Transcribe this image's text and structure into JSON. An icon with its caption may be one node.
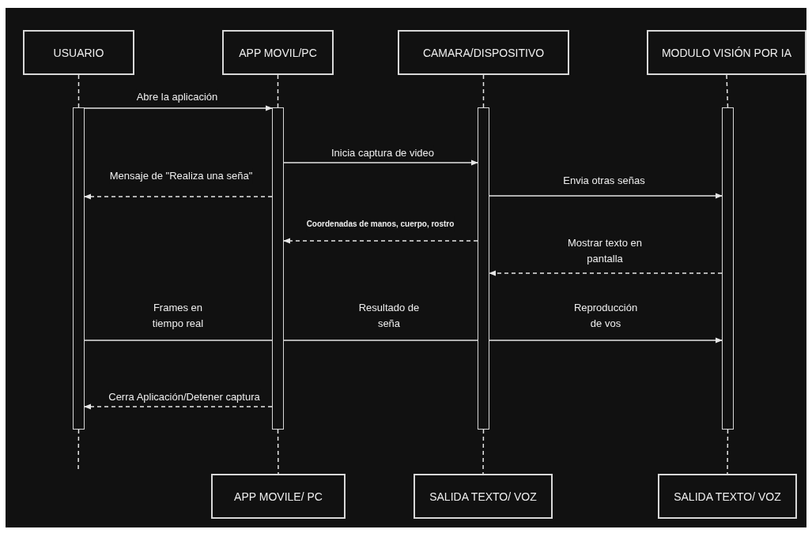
{
  "diagram": {
    "nodes": [
      {
        "text": [
          "USUARIO"
        ]
      },
      {
        "text": [
          "APP MOVIL/PC"
        ]
      },
      {
        "text": [
          "CAMARA/DISPOSITIVO"
        ]
      },
      {
        "text": [
          "MODULO VISIÓN POR IA"
        ]
      },
      {
        "text": [
          "APP MOVILE/ PC"
        ]
      },
      {
        "text": [
          "SALIDA TEXTO/ VOZ"
        ]
      },
      {
        "text": [
          "SALIDA TEXTO/ VOZ"
        ]
      },
      {
        "text": [],
        "shape": "bar"
      },
      {
        "text": [],
        "shape": "bar"
      },
      {
        "text": [],
        "shape": "bar"
      },
      {
        "text": [],
        "shape": "bar"
      }
    ],
    "edges": [
      {
        "from": 0,
        "to": 7,
        "arrow": "none",
        "style": "dashed"
      },
      {
        "from": 1,
        "to": 8,
        "arrow": "none",
        "style": "dashed"
      },
      {
        "from": 2,
        "to": 9,
        "arrow": "none",
        "style": "dashed"
      },
      {
        "from": 3,
        "to": 10,
        "arrow": "none",
        "style": "dashed"
      },
      {
        "from": 7,
        "to": 8,
        "label": "Abre la aplicación",
        "arrow": "to"
      },
      {
        "from": 8,
        "to": 9,
        "label": "Inicia captura de video",
        "arrow": "to"
      },
      {
        "from": 8,
        "to": 7,
        "label": "Mensaje de \"Realiza una seña\"",
        "arrow": "to",
        "style": "dashed"
      },
      {
        "from": 9,
        "to": 10,
        "label": "Envia otras señas",
        "arrow": "to"
      },
      {
        "from": 9,
        "to": 8,
        "label": "Coordenadas de manos, cuerpo, rostro",
        "arrow": "to",
        "style": "dashed"
      },
      {
        "from": 10,
        "to": 9,
        "label": "Mostrar texto en pantalla",
        "arrow": "to",
        "style": "dashed"
      },
      {
        "from": 7,
        "to": 8,
        "label": "Frames en tiempo real",
        "arrow": "none"
      },
      {
        "from": 8,
        "to": 9,
        "label": "Resultado de seña",
        "arrow": "none"
      },
      {
        "from": 9,
        "to": 10,
        "label": "Reproducción de vos",
        "arrow": "to"
      },
      {
        "from": 8,
        "to": 7,
        "label": "Cerra Aplicación/Detener captura",
        "arrow": "to",
        "style": "dashed"
      },
      {
        "from": 7,
        "to": null,
        "arrow": "none",
        "style": "dashed"
      },
      {
        "from": 8,
        "to": 4,
        "arrow": "none",
        "style": "dashed"
      },
      {
        "from": 9,
        "to": 5,
        "arrow": "none",
        "style": "dashed"
      },
      {
        "from": 10,
        "to": 6,
        "arrow": "none",
        "style": "dashed"
      }
    ]
  }
}
